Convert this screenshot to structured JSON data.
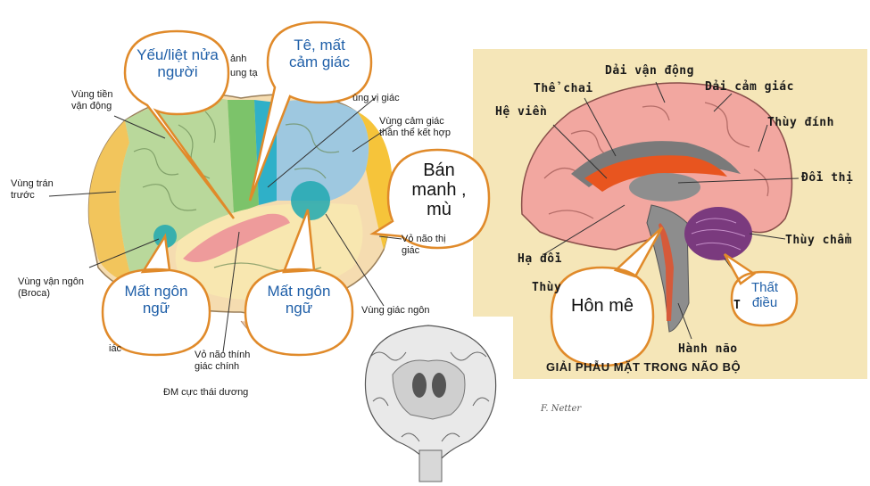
{
  "lateral_labels": {
    "premotor": "Vùng tiền vận động",
    "prefrontal": "Vùng trán trước",
    "broca": "Vùng vận ngôn (Broca)",
    "motor_partial": "ảnh",
    "motor_partial2": "ung tạ",
    "gustatory": "ùng vị giác",
    "somatosensory_assoc": "Vùng cảm giác thân thể kết hợp",
    "visual_partial": "Vỏ não thị giác",
    "wernicke": "Vùng giác ngôn",
    "auditory": "Vỏ não thính giác chính",
    "artery": "ĐM cực thái dương",
    "partial_left": "iác"
  },
  "sagittal_labels": {
    "corpus_callosum": "Thể chai",
    "fornix": "Hệ viền",
    "motor_strip": "Dải vận động",
    "sensory_strip": "Dải cảm giác",
    "parietal": "Thùy đính",
    "thalamus": "Đồi thị",
    "occipital": "Thùy chẩm",
    "hypothalamus": "Hạ đồi",
    "partial_thuy": "Thùy",
    "medulla": "Hành não",
    "caption": "GIẢI PHẪU MẶT TRONG NÃO BỘ",
    "partial_t": "T"
  },
  "callouts": {
    "hemiplegia": "Yếu/liệt nửa người",
    "numbness": "Tê, mất cảm giác",
    "blindness": "Bán manh , mù",
    "aphasia_broca": "Mất ngôn ngữ",
    "aphasia_wernicke": "Mất ngôn ngữ",
    "coma": "Hôn mê",
    "ataxia": "Thất điều"
  },
  "signature": "F. Netter",
  "colors": {
    "frontal": "#b9d89b",
    "prefrontal": "#f2c55c",
    "motor": "#7cc36a",
    "sensory": "#2fb0c8",
    "parietal": "#9ec8e0",
    "temporal": "#f8e7b0",
    "occipital": "#f6c43a",
    "wernicke": "#20a8b0",
    "callout_border": "#e08a2a",
    "blue_text": "#1f5fa8",
    "beige_bg": "#f5e6b8",
    "brain_pink": "#f2a7a0"
  }
}
